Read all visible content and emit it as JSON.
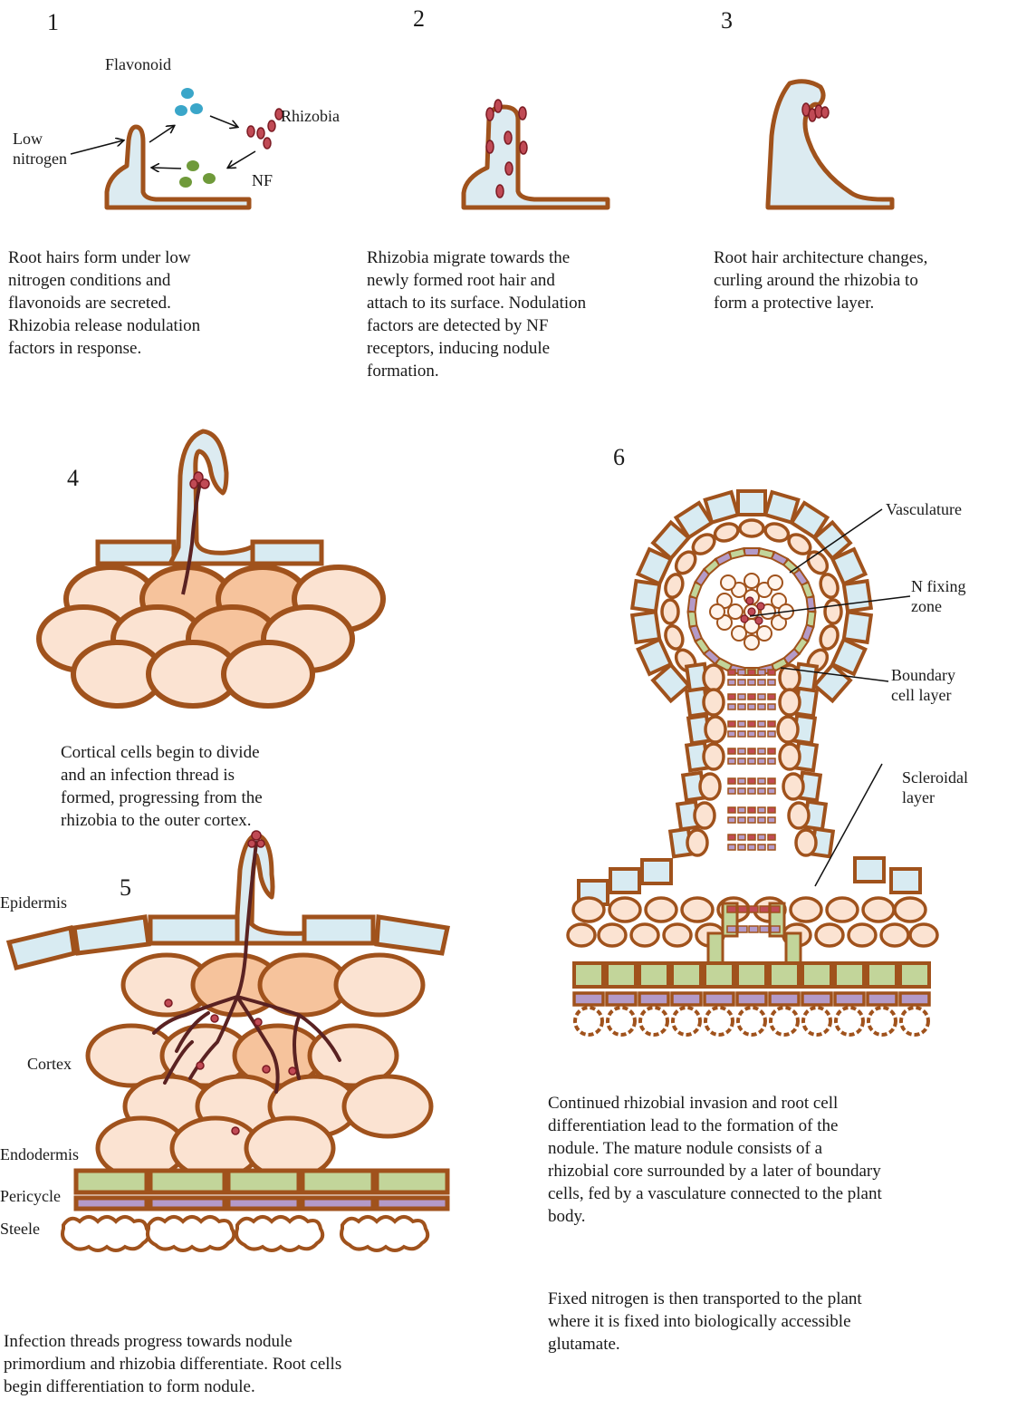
{
  "panels": {
    "p1": {
      "number": "1",
      "labels": {
        "flavonoid": "Flavonoid",
        "rhizobia": "Rhizobia",
        "low_nitrogen": "Low\nnitrogen",
        "nf": "NF"
      },
      "caption": "Root hairs form under low\nnitrogen conditions and\nflavonoids are secreted.\nRhizobia release  nodulation\nfactors in response."
    },
    "p2": {
      "number": "2",
      "caption": "Rhizobia migrate towards the\nnewly formed root hair and\nattach to its surface. Nodulation\nfactors are detected by NF\nreceptors, inducing nodule\nformation."
    },
    "p3": {
      "number": "3",
      "caption": "Root hair architecture changes,\ncurling around the rhizobia to\nform a protective layer."
    },
    "p4": {
      "number": "4",
      "caption": "Cortical cells begin to divide\nand an infection thread is\nformed, progressing from the\nrhizobia to the outer cortex."
    },
    "p5": {
      "number": "5",
      "labels": {
        "epidermis": "Epidermis",
        "cortex": "Cortex",
        "endodermis": "Endodermis",
        "pericycle": "Pericycle",
        "steele": "Steele"
      },
      "caption": "Infection threads progress towards nodule\nprimordium and rhizobia differentiate. Root cells\nbegin  differentiation to form nodule."
    },
    "p6": {
      "number": "6",
      "labels": {
        "vasculature": "Vasculature",
        "n_fixing": "N fixing\nzone",
        "boundary": "Boundary\ncell layer",
        "scleroidal": "Scleroidal\nlayer"
      },
      "caption": "Continued rhizobial invasion and root cell\ndifferentiation lead to the formation of the\nnodule. The mature nodule consists of a\nrhizobial core surrounded by a later of boundary\ncells, fed by a vasculature connected to the plant\nbody.",
      "caption2": "Fixed nitrogen is then transported to the plant\nwhere it is fixed into biologically  accessible\nglutamate."
    }
  },
  "colors": {
    "outline": "#a0521c",
    "root_hair_fill": "#dcebf1",
    "flavonoid": "#3aa6c9",
    "nf": "#6f9a3a",
    "rhizobia": "#c04a55",
    "rhizobia_dark": "#7a1a22",
    "cortex_light": "#fbe3d2",
    "cortex_dark": "#f6c39c",
    "thread": "#5a2222",
    "endodermis": "#c2d59a",
    "pericycle": "#b49ac8",
    "epidermis": "#d8ebf2"
  }
}
